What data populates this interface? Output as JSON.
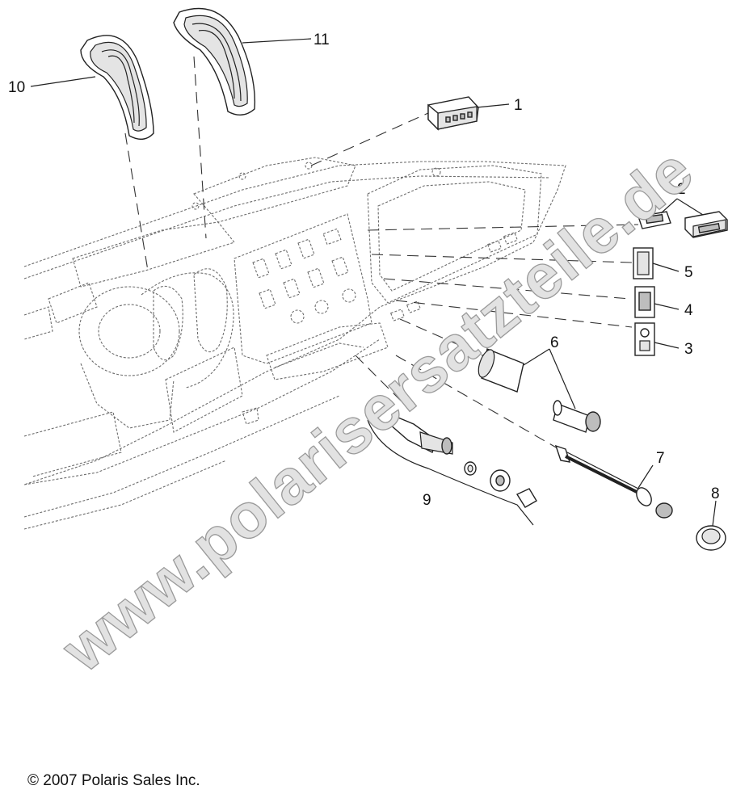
{
  "callouts": {
    "c1": "1",
    "c2": "2",
    "c3": "3",
    "c4": "4",
    "c5": "5",
    "c6": "6",
    "c7": "7",
    "c8": "8",
    "c9": "9",
    "c10": "10",
    "c11": "11"
  },
  "watermark": "www.polarisersatzteile.de",
  "copyright": "© 2007 Polaris Sales Inc.",
  "colors": {
    "line": "#222222",
    "watermark_fill": "#e2e2e2",
    "watermark_stroke": "#9a9a9a"
  }
}
